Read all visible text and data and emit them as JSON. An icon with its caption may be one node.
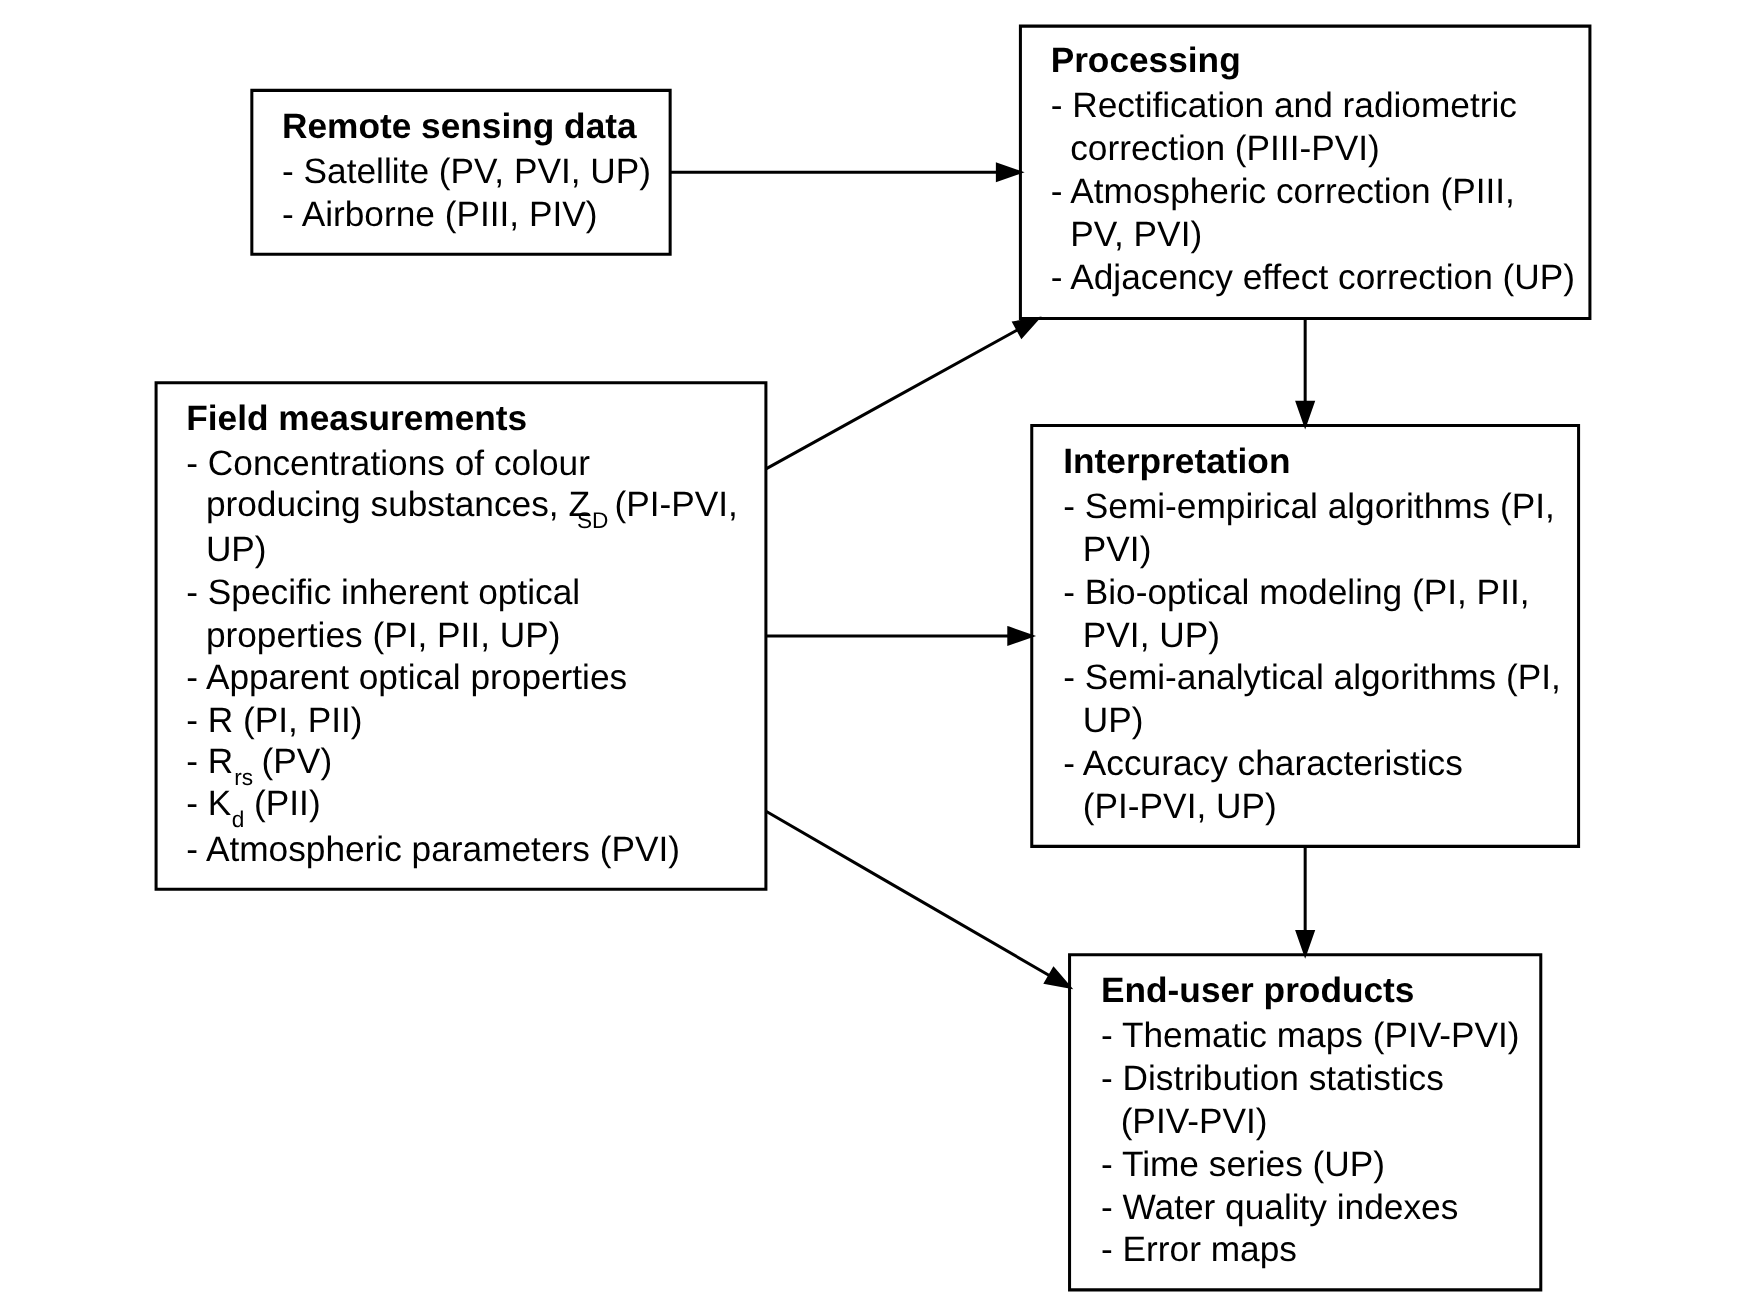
{
  "diagram": {
    "nodes": [
      {
        "text": [
          "Remote sensing data",
          "- Satellite (PV, PVI, UP)",
          "- Airborne (PIII, PIV)"
        ]
      },
      {
        "text": [
          "Processing",
          "- Rectification and radiometric correction (PIII-PVI)",
          "- Atmospheric correction (PIII, PV, PVI)",
          "- Adjacency effect correction (UP)"
        ]
      },
      {
        "text": [
          "Field measurements",
          "- Concentrations of colour producing substances, Z$_{SD}$ (PI-PVI, UP)",
          "- Specific inherent optical properties (PI, PII, UP)",
          "- Apparent optical properties",
          "- R (PI, PII)",
          "- R$_{rs}$ (PV)",
          "- K$_{d}$ (PII)",
          "- Atmospheric parameters (PVI)"
        ]
      },
      {
        "text": [
          "Interpretation",
          "- Semi-empirical algorithms (PI, PVI)",
          "- Bio-optical modeling (PI, PII, PVI, UP)",
          "- Semi-analytical algorithms (PI, UP)",
          "- Accuracy characteristics (PI-PVI, UP)"
        ]
      },
      {
        "text": [
          "End-user products",
          "- Thematic maps (PIV-PVI)",
          "- Distribution statistics (PIV-PVI)",
          "- Time series (UP)",
          "- Water quality indexes",
          "- Error maps"
        ]
      }
    ],
    "edges": [
      {
        "from": 0,
        "to": 1,
        "arrow": "to"
      },
      {
        "from": 2,
        "to": 1,
        "arrow": "to"
      },
      {
        "from": 1,
        "to": 3,
        "arrow": "to"
      },
      {
        "from": 2,
        "to": 3,
        "arrow": "to"
      },
      {
        "from": 2,
        "to": 4,
        "arrow": "to"
      },
      {
        "from": 3,
        "to": 4,
        "arrow": "to"
      }
    ]
  }
}
